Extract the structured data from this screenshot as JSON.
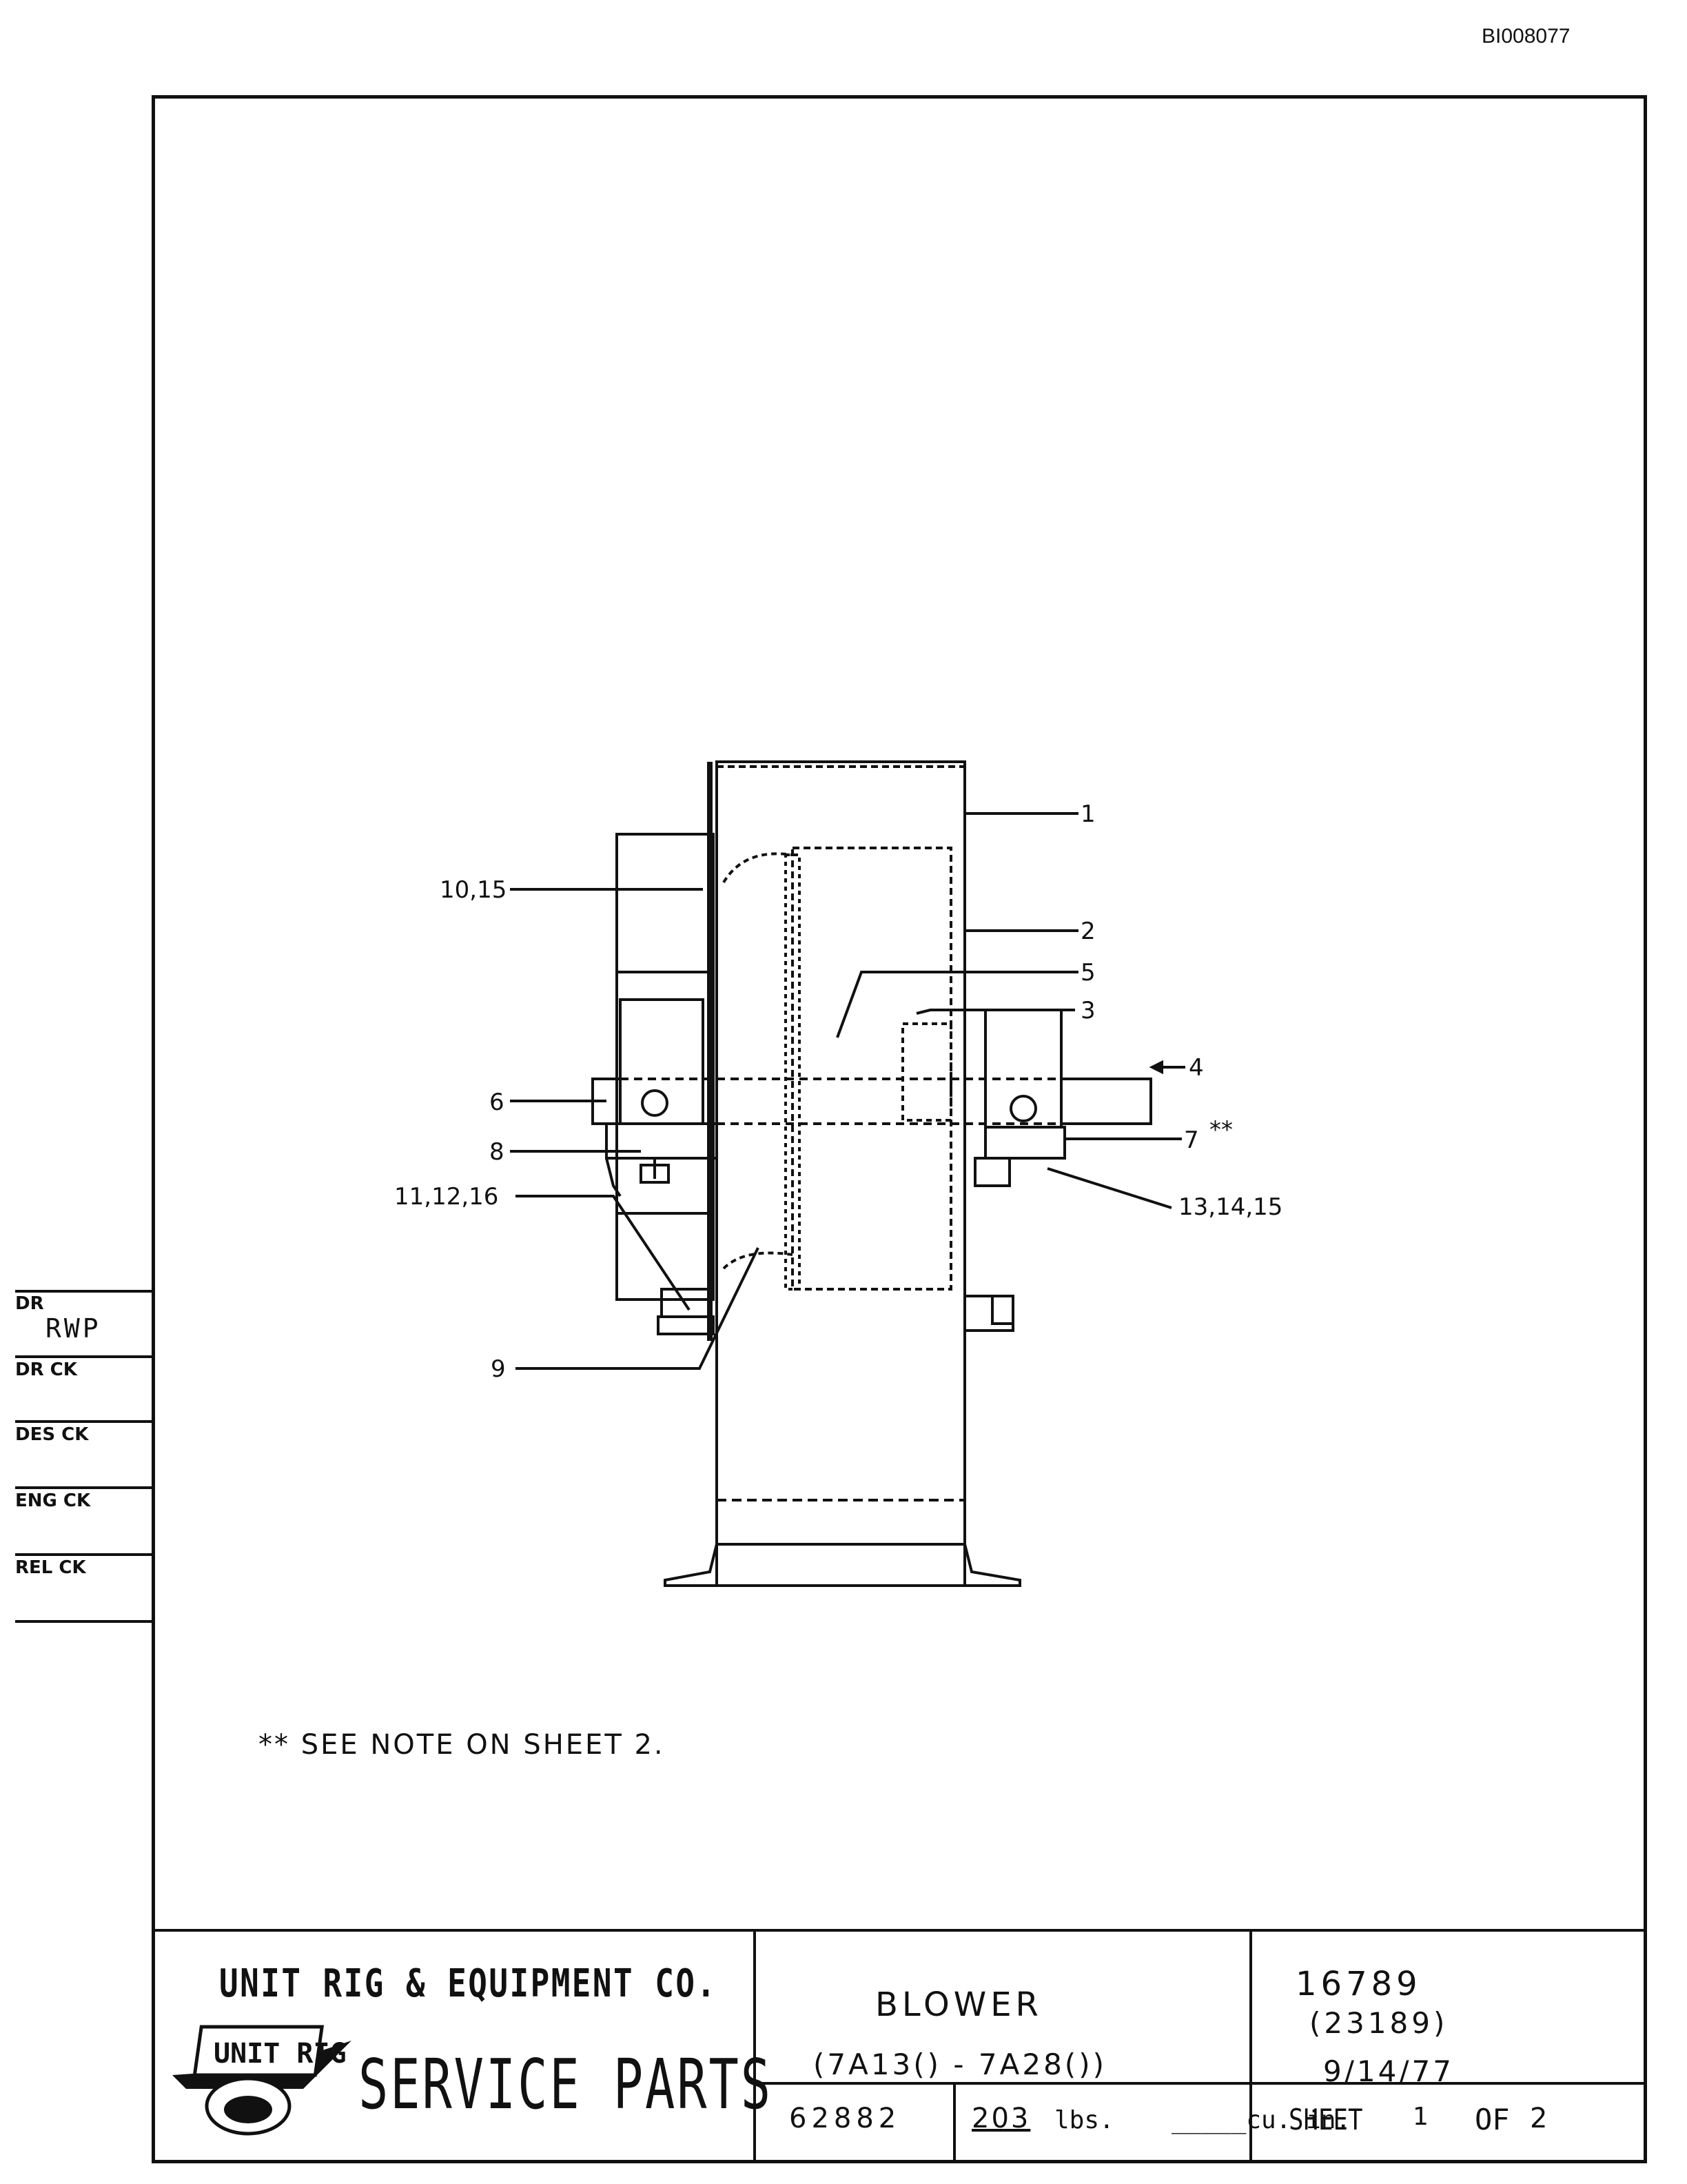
{
  "document": {
    "id": "BI008077"
  },
  "callouts": [
    {
      "id": "c1",
      "label": "1"
    },
    {
      "id": "c2",
      "label": "2"
    },
    {
      "id": "c5",
      "label": "5"
    },
    {
      "id": "c3",
      "label": "3"
    },
    {
      "id": "c4",
      "label": "4"
    },
    {
      "id": "c7",
      "label": "7"
    },
    {
      "id": "c7star",
      "label": "**"
    },
    {
      "id": "c1315",
      "label": "13,14,15"
    },
    {
      "id": "c1015",
      "label": "10,15"
    },
    {
      "id": "c6",
      "label": "6"
    },
    {
      "id": "c8",
      "label": "8"
    },
    {
      "id": "c111216",
      "label": "11,12,16"
    },
    {
      "id": "c9",
      "label": "9"
    }
  ],
  "revision_block": {
    "dr_label": "DR",
    "dr_value": "RWP",
    "dr_ck_label": "DR CK",
    "des_ck_label": "DES CK",
    "eng_ck_label": "ENG CK",
    "rel_ck_label": "REL CK"
  },
  "note": "** SEE NOTE ON SHEET 2.",
  "title_block": {
    "company": "UNIT RIG & EQUIPMENT CO.",
    "logo_text": "UNIT RIG",
    "service_parts": "SERVICE PARTS",
    "title": "BLOWER",
    "models": "(7A13() - 7A28())",
    "part_number": "16789",
    "alt_number": "(23189)",
    "date": "9/14/77",
    "code": "62882",
    "weight": "203",
    "lbs_unit": "lbs.",
    "cuin_unit": "_____cu. in.",
    "sheet_label": "SHEET",
    "sheet_number": "1",
    "of_label": "OF",
    "sheet_total": "2"
  }
}
